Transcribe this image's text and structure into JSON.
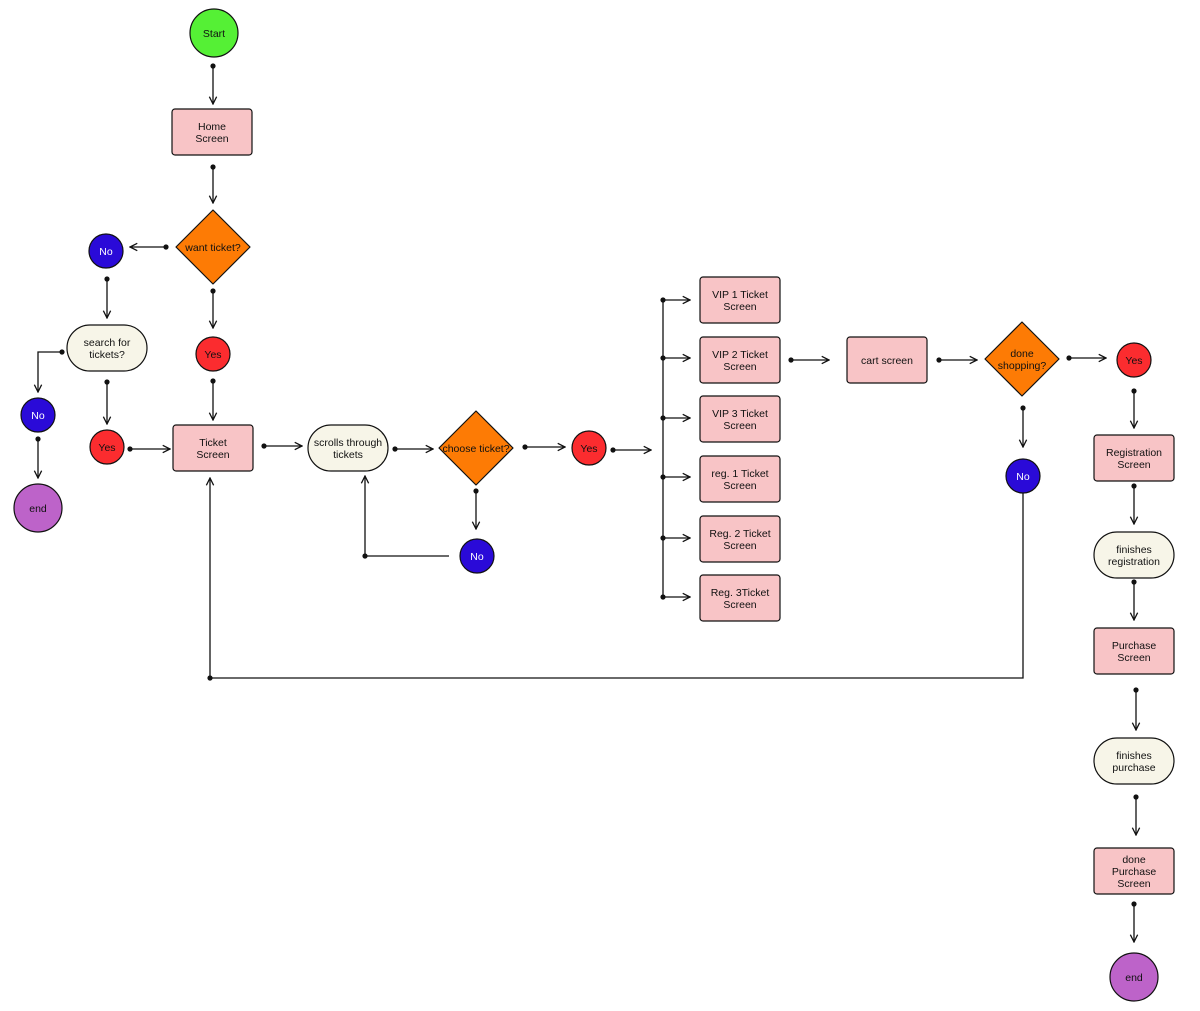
{
  "colors": {
    "start": "#55f035",
    "screen": "#f8c4c6",
    "decision": "#fd7b05",
    "yes": "#fb2c2f",
    "no": "#2a0ad8",
    "process": "#f7f5e8",
    "end": "#bd63c9",
    "line": "#111111"
  },
  "nodes": {
    "start": "Start",
    "home_screen": "Home\nScreen",
    "want_ticket": "want ticket?",
    "no_want": "No",
    "yes_want": "Yes",
    "search_tickets": "search for\ntickets?",
    "no_search": "No",
    "end_left": "end",
    "yes_search": "Yes",
    "ticket_screen": "Ticket\nScreen",
    "scrolls_tickets": "scrolls through\ntickets",
    "choose_ticket": "choose ticket?",
    "no_choose": "No",
    "yes_choose": "Yes",
    "vip1": "VIP 1 Ticket\nScreen",
    "vip2": "VIP 2 Ticket\nScreen",
    "vip3": "VIP 3 Ticket\nScreen",
    "reg1": "reg. 1 Ticket\nScreen",
    "reg2": "Reg. 2 Ticket\nScreen",
    "reg3": "Reg. 3Ticket\nScreen",
    "cart_screen": "cart screen",
    "done_shopping": "done\nshopping?",
    "yes_done": "Yes",
    "no_done": "No",
    "registration_screen": "Registration\nScreen",
    "finishes_registration": "finishes\nregistration",
    "purchase_screen": "Purchase\nScreen",
    "finishes_purchase": "finishes\npurchase",
    "done_purchase_screen": "done\nPurchase\nScreen",
    "end_right": "end"
  }
}
